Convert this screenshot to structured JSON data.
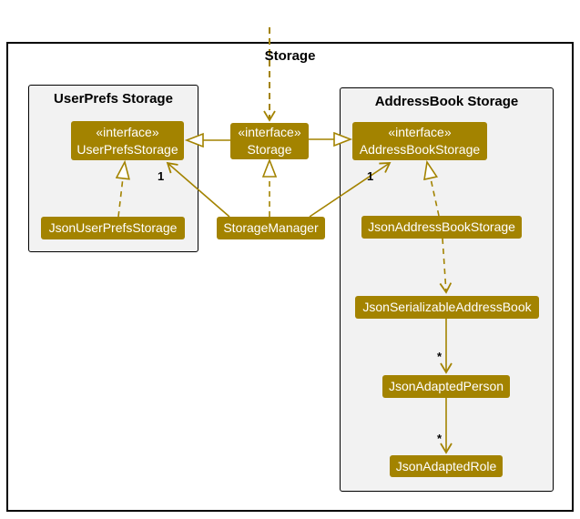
{
  "diagram": {
    "title": "Storage",
    "colors": {
      "accent": "#A38300",
      "node_text": "#FFFFFF",
      "package_background": "#F2F2F2",
      "frame_border": "#000000",
      "label_text": "#000000"
    },
    "packages": {
      "user_prefs": {
        "title": "UserPrefs Storage"
      },
      "address_book": {
        "title": "AddressBook Storage"
      }
    },
    "nodes": {
      "storage_interface": {
        "stereotype": "«interface»",
        "name": "Storage"
      },
      "user_prefs_storage_interface": {
        "stereotype": "«interface»",
        "name": "UserPrefsStorage"
      },
      "address_book_storage_interface": {
        "stereotype": "«interface»",
        "name": "AddressBookStorage"
      },
      "json_user_prefs_storage": {
        "name": "JsonUserPrefsStorage"
      },
      "storage_manager": {
        "name": "StorageManager"
      },
      "json_address_book_storage": {
        "name": "JsonAddressBookStorage"
      },
      "json_serializable_address_book": {
        "name": "JsonSerializableAddressBook"
      },
      "json_adapted_person": {
        "name": "JsonAdaptedPerson"
      },
      "json_adapted_role": {
        "name": "JsonAdaptedRole"
      }
    },
    "multiplicities": {
      "storage_manager_user_prefs": "1",
      "storage_manager_address_book": "1",
      "serializable_person": "*",
      "person_role": "*"
    }
  }
}
